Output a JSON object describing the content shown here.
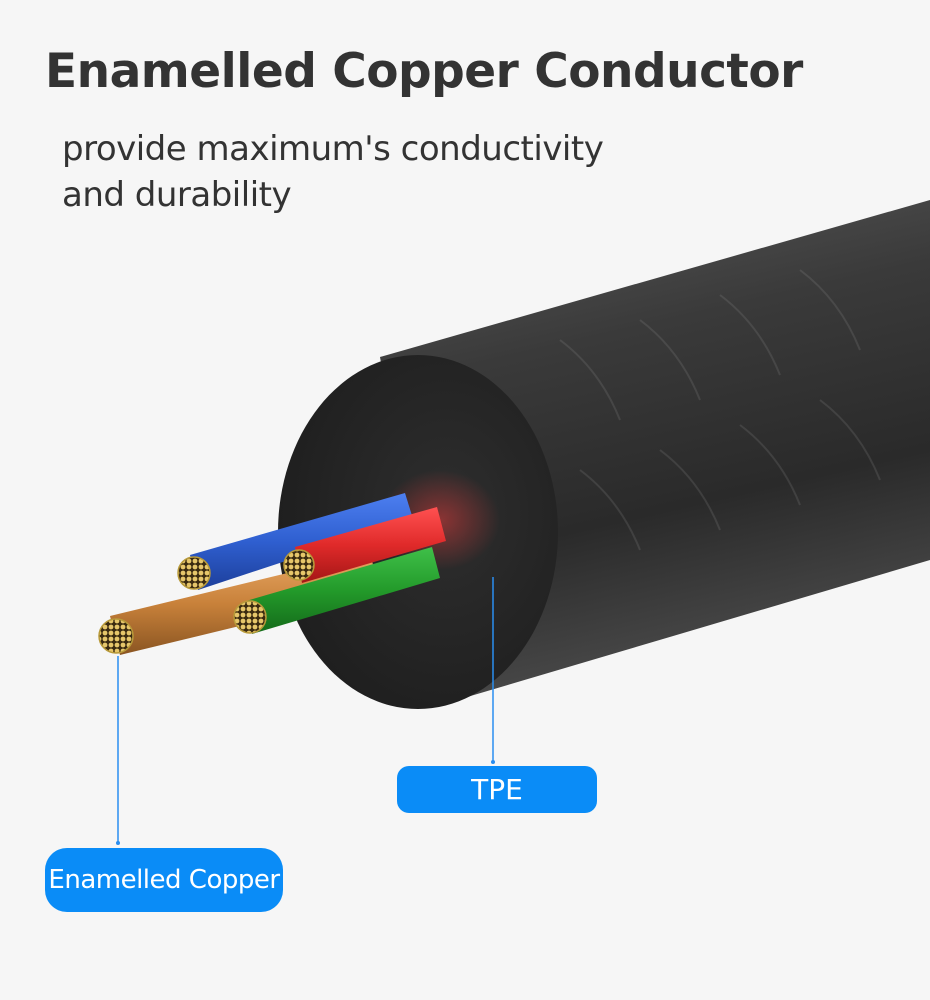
{
  "heading": {
    "title": "Enamelled Copper Conductor",
    "subtitle_line1": "provide maximum's conductivity",
    "subtitle_line2": "and durability"
  },
  "callouts": {
    "tpe_label": "TPE",
    "copper_label": "Enamelled Copper"
  },
  "colors": {
    "background": "#f6f6f6",
    "callout_blue": "#0a8cf7",
    "title_text": "#333333",
    "cable_jacket": "#2b2b2b",
    "wire_blue": "#2f5fd0",
    "wire_red": "#e02a2a",
    "wire_green": "#239a2a",
    "wire_copper": "#c8813a"
  }
}
